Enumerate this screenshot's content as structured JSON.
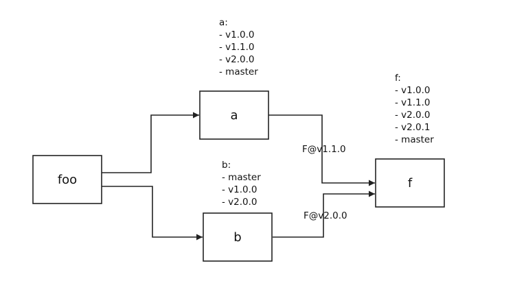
{
  "nodes": {
    "foo": {
      "label": "foo"
    },
    "a": {
      "label": "a"
    },
    "b": {
      "label": "b"
    },
    "f": {
      "label": "f"
    }
  },
  "notes": {
    "a": {
      "title": "a:",
      "items": [
        "- v1.0.0",
        "- v1.1.0",
        "- v2.0.0",
        "- master"
      ]
    },
    "b": {
      "title": "b:",
      "items": [
        "- master",
        "- v1.0.0",
        "- v2.0.0"
      ]
    },
    "f": {
      "title": "f:",
      "items": [
        "- v1.0.0",
        "- v1.1.0",
        "- v2.0.0",
        "- v2.0.1",
        "- master"
      ]
    }
  },
  "edges": {
    "a_to_f": {
      "label": "F@v1.1.0"
    },
    "b_to_f": {
      "label": "F@v2.0.0"
    }
  }
}
